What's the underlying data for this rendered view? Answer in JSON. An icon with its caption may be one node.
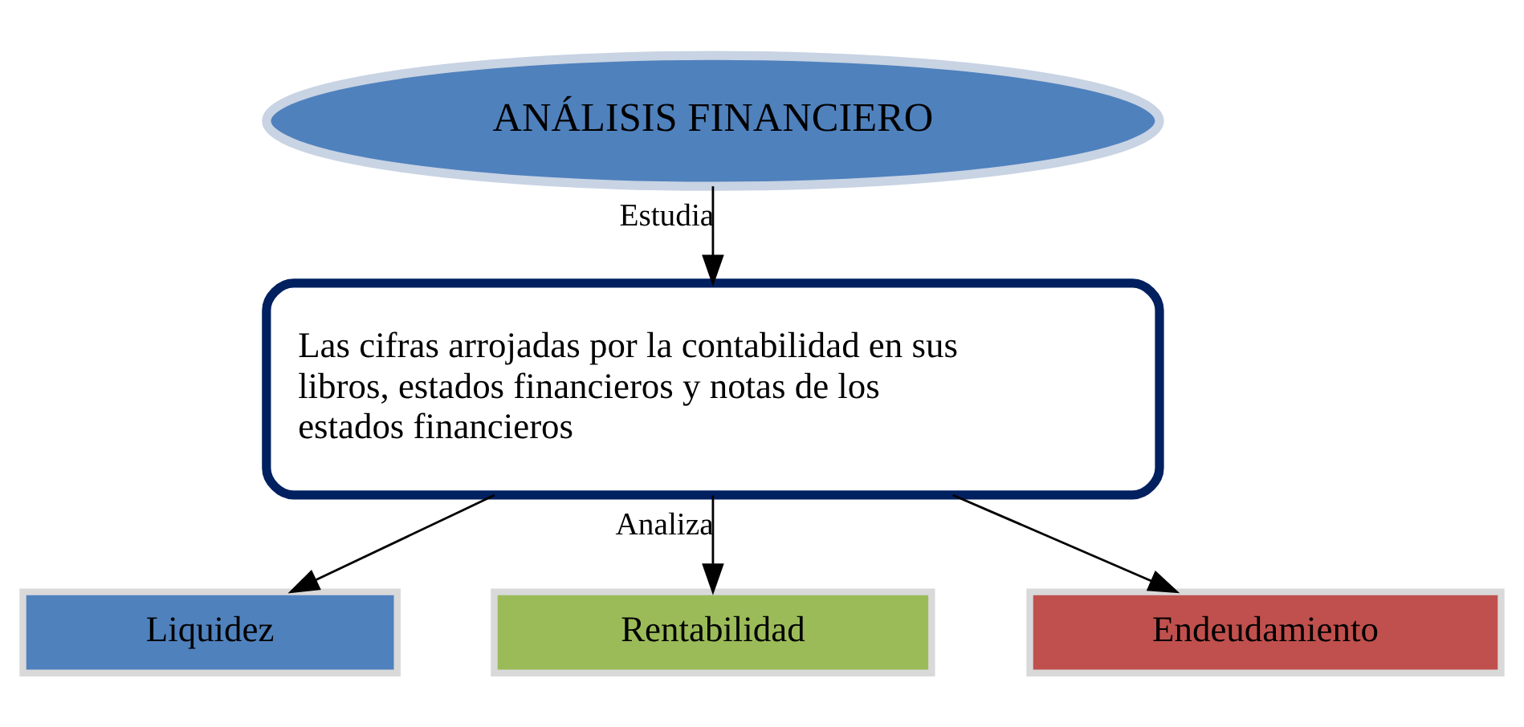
{
  "diagram": {
    "nodes": [
      {
        "text": [
          "ANÁLISIS FINANCIERO"
        ]
      },
      {
        "text": [
          "Las cifras arrojadas por la contabilidad en sus libros, estados financieros y notas de los estados financieros"
        ]
      },
      {
        "text": [
          "Liquidez"
        ]
      },
      {
        "text": [
          "Rentabilidad"
        ]
      },
      {
        "text": [
          "Endeudamiento"
        ]
      }
    ],
    "edges": [
      {
        "from": 0,
        "to": 1,
        "arrow": "to",
        "label": "Estudia"
      },
      {
        "from": 1,
        "to": 2,
        "arrow": "to"
      },
      {
        "from": 1,
        "to": 3,
        "arrow": "to",
        "label": "Analiza"
      },
      {
        "from": 1,
        "to": 4,
        "arrow": "to"
      }
    ]
  }
}
